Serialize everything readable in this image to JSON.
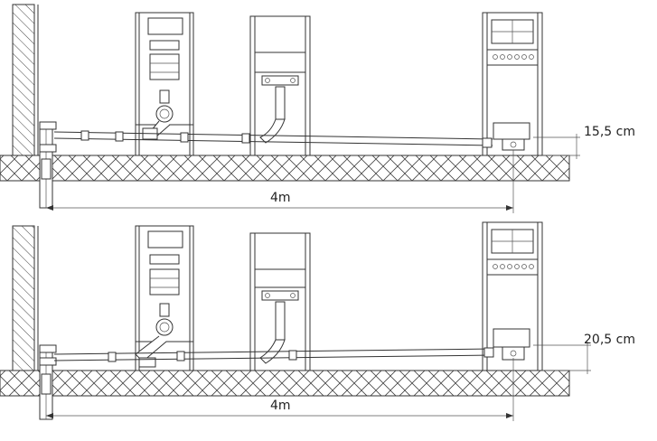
{
  "panels": [
    {
      "id": "top",
      "height_label": "15,5 cm",
      "length_label": "4m"
    },
    {
      "id": "bottom",
      "height_label": "20,5 cm",
      "length_label": "4m"
    }
  ],
  "colors": {
    "line": "#333333",
    "background": "#ffffff"
  },
  "icons": [
    "installation-frame-wc",
    "installation-frame-washbasin",
    "installation-frame-shower",
    "drain-pipe",
    "wall-hatch",
    "floor-crosshatch"
  ]
}
